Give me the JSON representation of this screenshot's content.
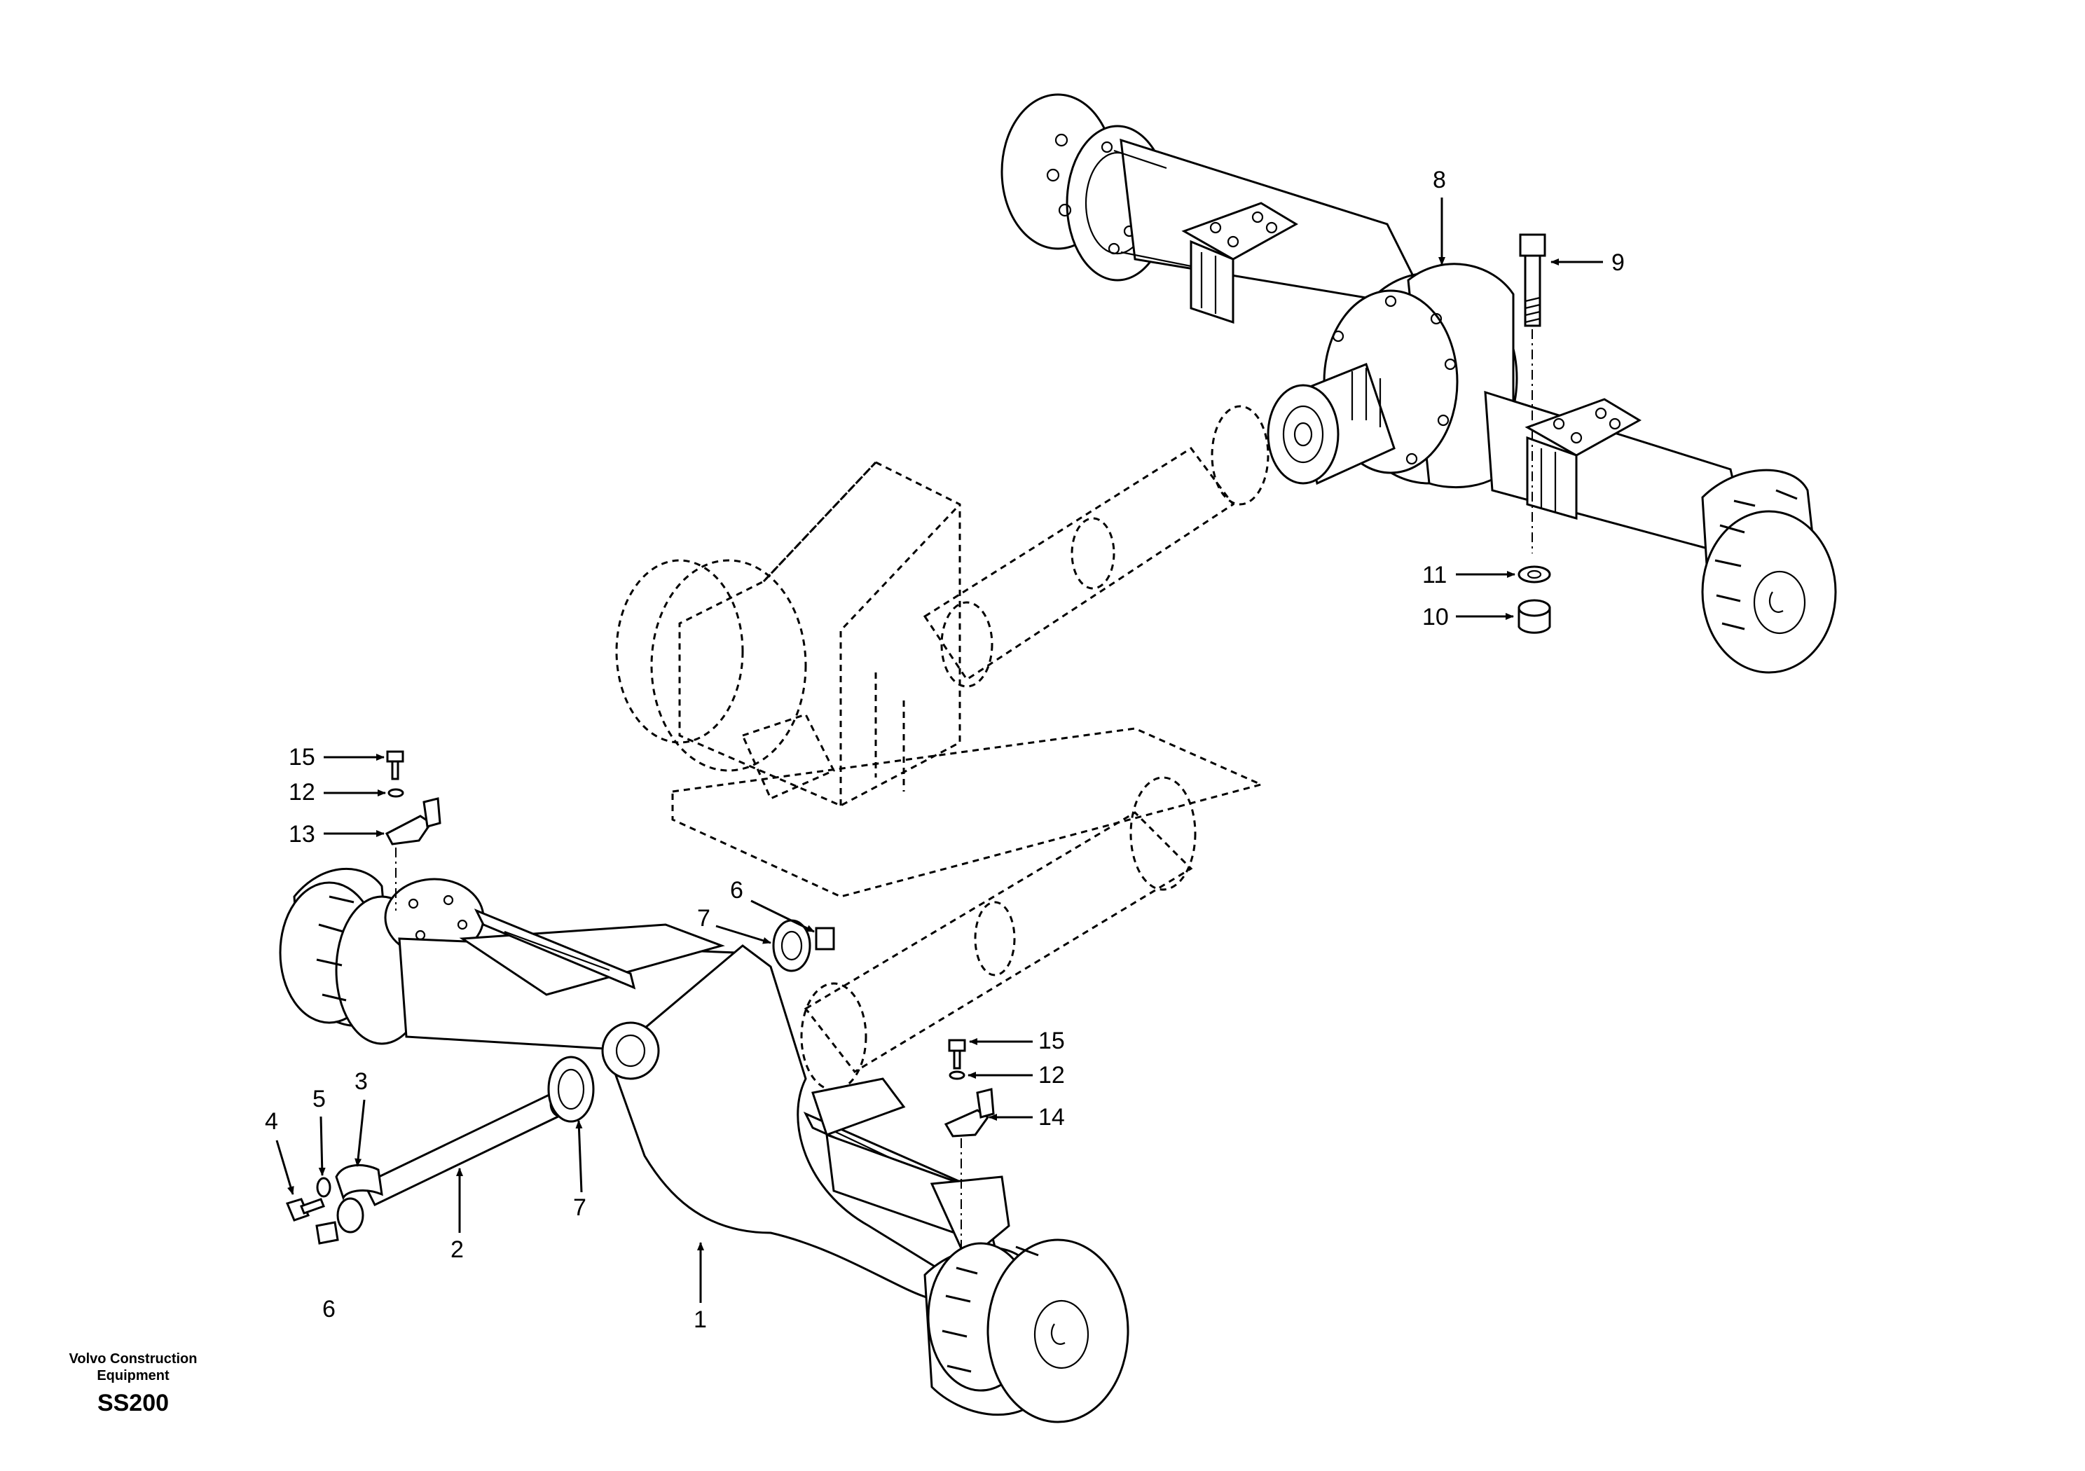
{
  "footer": {
    "company_line1": "Volvo Construction",
    "company_line2": "Equipment",
    "code": "SS200"
  },
  "callouts": {
    "c1": "1",
    "c2": "2",
    "c3": "3",
    "c4": "4",
    "c5": "5",
    "c6a": "6",
    "c6b": "6",
    "c7a": "7",
    "c7b": "7",
    "c8": "8",
    "c9": "9",
    "c10": "10",
    "c11": "11",
    "c12a": "12",
    "c12b": "12",
    "c13": "13",
    "c14": "14",
    "c15a": "15",
    "c15b": "15"
  }
}
